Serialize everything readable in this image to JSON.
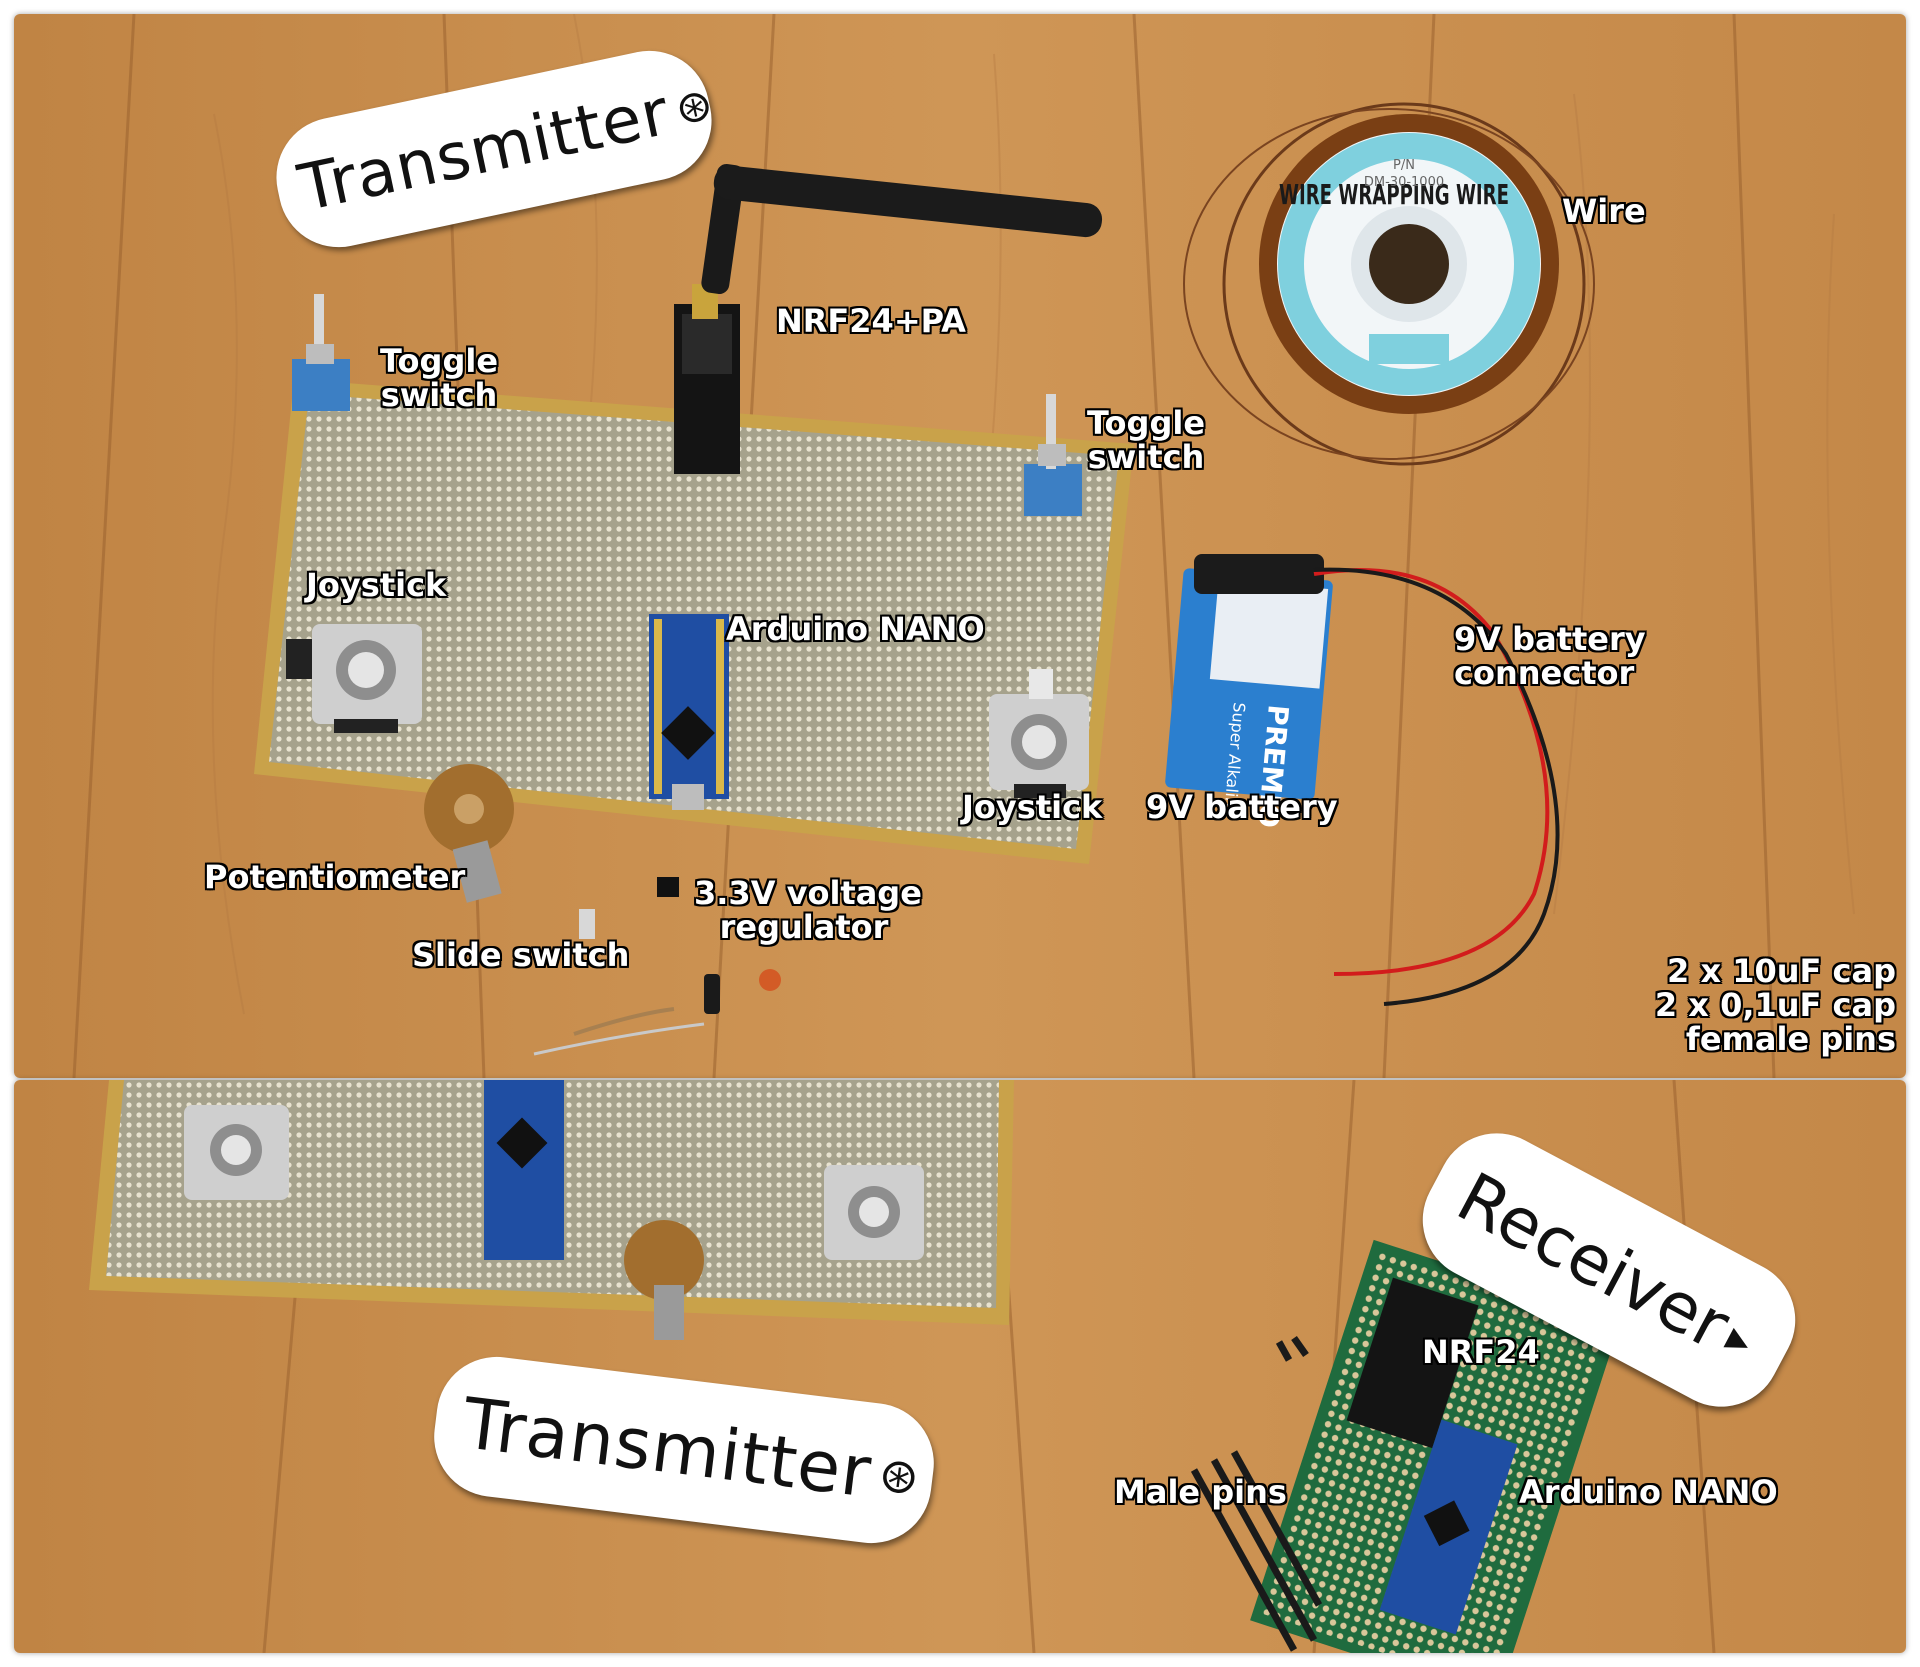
{
  "stickers": {
    "transmitter_top": "Transmitter",
    "transmitter_bottom": "Transmitter",
    "receiver": "Receiver"
  },
  "labels": {
    "nrf24_pa": "NRF24+PA",
    "toggle_switch_left": [
      "Toggle",
      "switch"
    ],
    "toggle_switch_right": [
      "Toggle",
      "switch"
    ],
    "wire": "Wire",
    "joystick_left": "Joystick",
    "arduino_nano_top": "Arduino NANO",
    "battery_connector": [
      "9V battery",
      "connector"
    ],
    "joystick_right": "Joystick",
    "battery": "9V battery",
    "potentiometer": "Potentiometer",
    "voltage_regulator": [
      "3.3V voltage",
      "regulator"
    ],
    "slide_switch": "Slide switch",
    "parts_list": [
      "2 x 10uF cap",
      "2 x 0,1uF cap",
      "female pins"
    ],
    "nrf24": "NRF24",
    "male_pins": "Male pins",
    "arduino_nano_bottom": "Arduino NANO"
  },
  "product_text": {
    "spool_ring": "WIRE WRAPPING WIRE",
    "spool_pn": "P/N",
    "spool_model": "DM-30-1000",
    "battery_brand": "PREMIO",
    "battery_type": "Super Alkaline"
  },
  "colors": {
    "wood": "#c58a4a",
    "board": "#9c9a84",
    "nano": "#1f4ea3",
    "nrf": "#151515"
  }
}
